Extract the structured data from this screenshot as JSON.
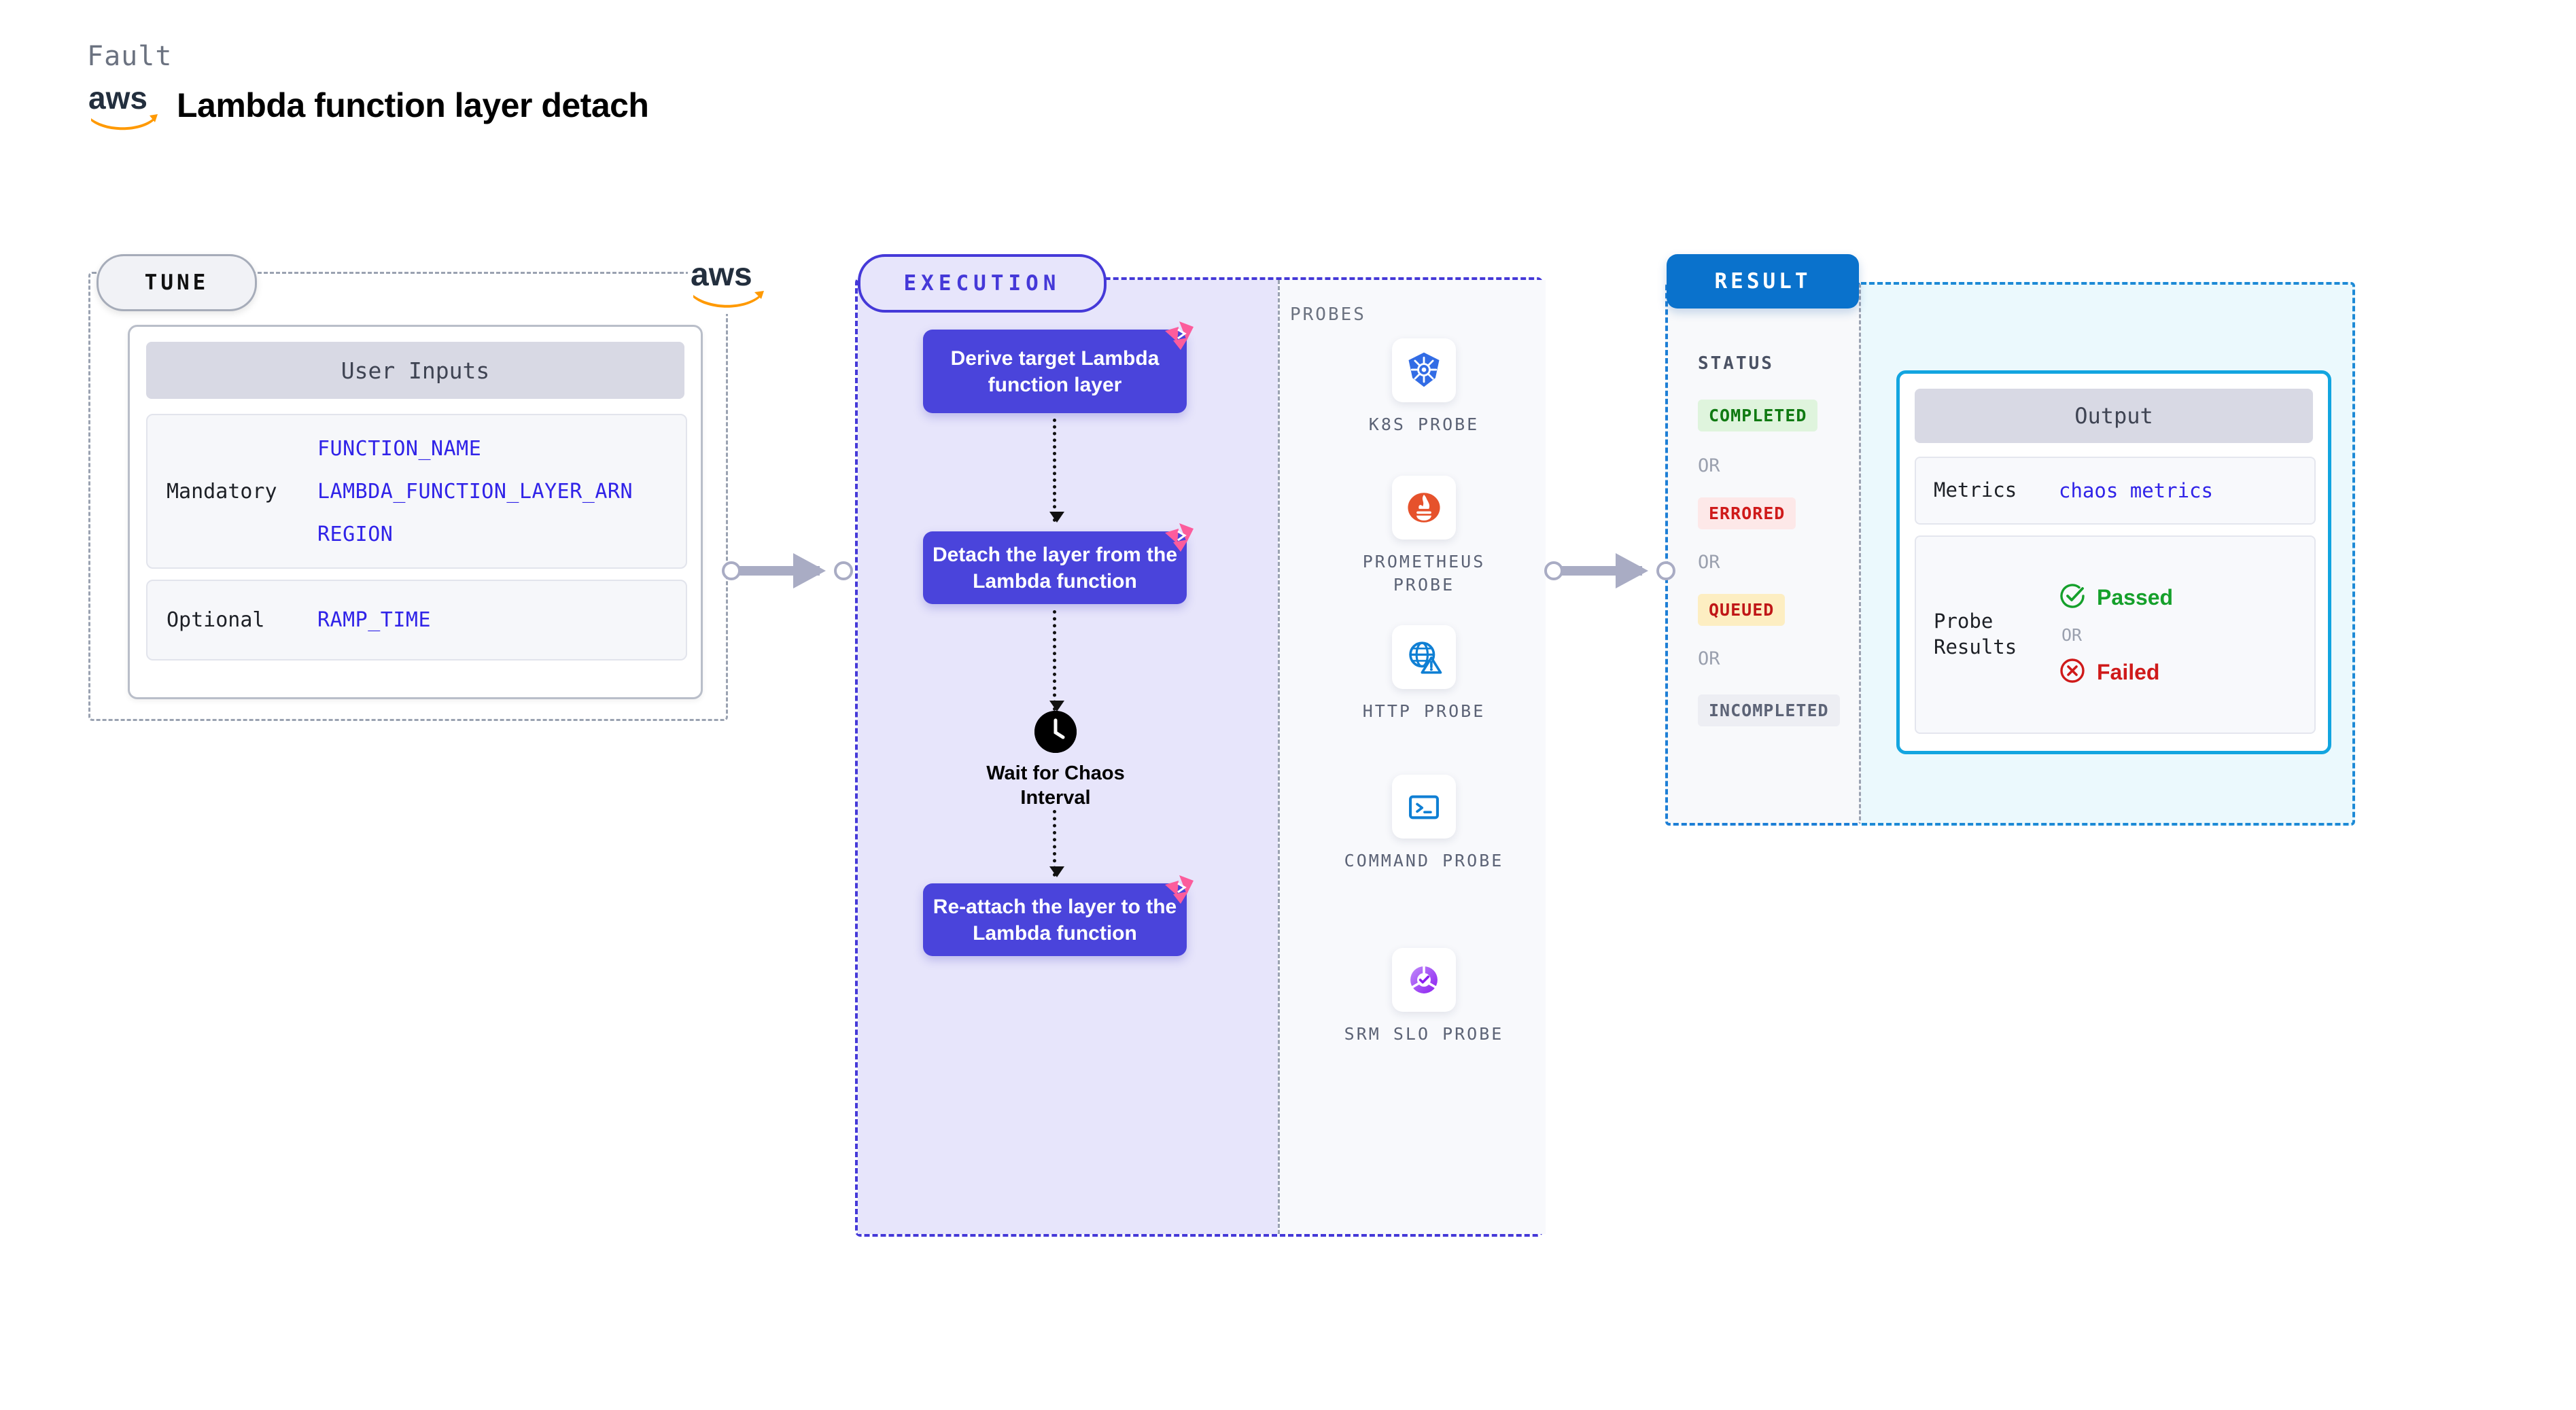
{
  "header": {
    "fault_label": "Fault",
    "title": "Lambda function layer detach",
    "logo": "aws-logo"
  },
  "tune": {
    "badge": "TUNE",
    "provider_logo": "aws-logo",
    "card_title": "User Inputs",
    "groups": [
      {
        "label": "Mandatory",
        "vars": [
          "FUNCTION_NAME",
          "LAMBDA_FUNCTION_LAYER_ARN",
          "REGION"
        ]
      },
      {
        "label": "Optional",
        "vars": [
          "RAMP_TIME"
        ]
      }
    ]
  },
  "execution": {
    "badge": "EXECUTION",
    "steps": [
      "Derive target Lambda function layer",
      "Detach the layer from the Lambda function",
      "Re-attach the layer to the Lambda function"
    ],
    "wait_node": {
      "icon": "clock-icon",
      "label": "Wait for Chaos Interval"
    },
    "probes_label": "PROBES",
    "probes": [
      {
        "label": "K8S PROBE",
        "icon": "kubernetes-icon"
      },
      {
        "label": "PROMETHEUS PROBE",
        "icon": "prometheus-icon"
      },
      {
        "label": "HTTP PROBE",
        "icon": "http-globe-warning-icon"
      },
      {
        "label": "COMMAND PROBE",
        "icon": "terminal-icon"
      },
      {
        "label": "SRM SLO PROBE",
        "icon": "srm-slo-icon"
      }
    ]
  },
  "result": {
    "badge": "RESULT",
    "status_label": "STATUS",
    "or_text": "OR",
    "statuses": [
      {
        "label": "COMPLETED",
        "bg": "#dff4dd",
        "color": "#107a12"
      },
      {
        "label": "ERRORED",
        "bg": "#fde8e8",
        "color": "#cf1a1a"
      },
      {
        "label": "QUEUED",
        "bg": "#fdeec2",
        "color": "#c01717"
      },
      {
        "label": "INCOMPLETED",
        "bg": "#edeef3",
        "color": "#5c6376"
      }
    ],
    "output": {
      "title": "Output",
      "metrics_label": "Metrics",
      "metrics_value": "chaos metrics",
      "probe_results_label": "Probe Results",
      "passed": "Passed",
      "failed": "Failed",
      "or_text": "OR"
    }
  },
  "colors": {
    "execution_accent": "#4539d8",
    "step_fill": "#4a44db",
    "result_accent": "#0a72cc",
    "output_border": "#12a5e0",
    "variable_text": "#3023e8",
    "litmus_pink": "#fc5c9c"
  }
}
